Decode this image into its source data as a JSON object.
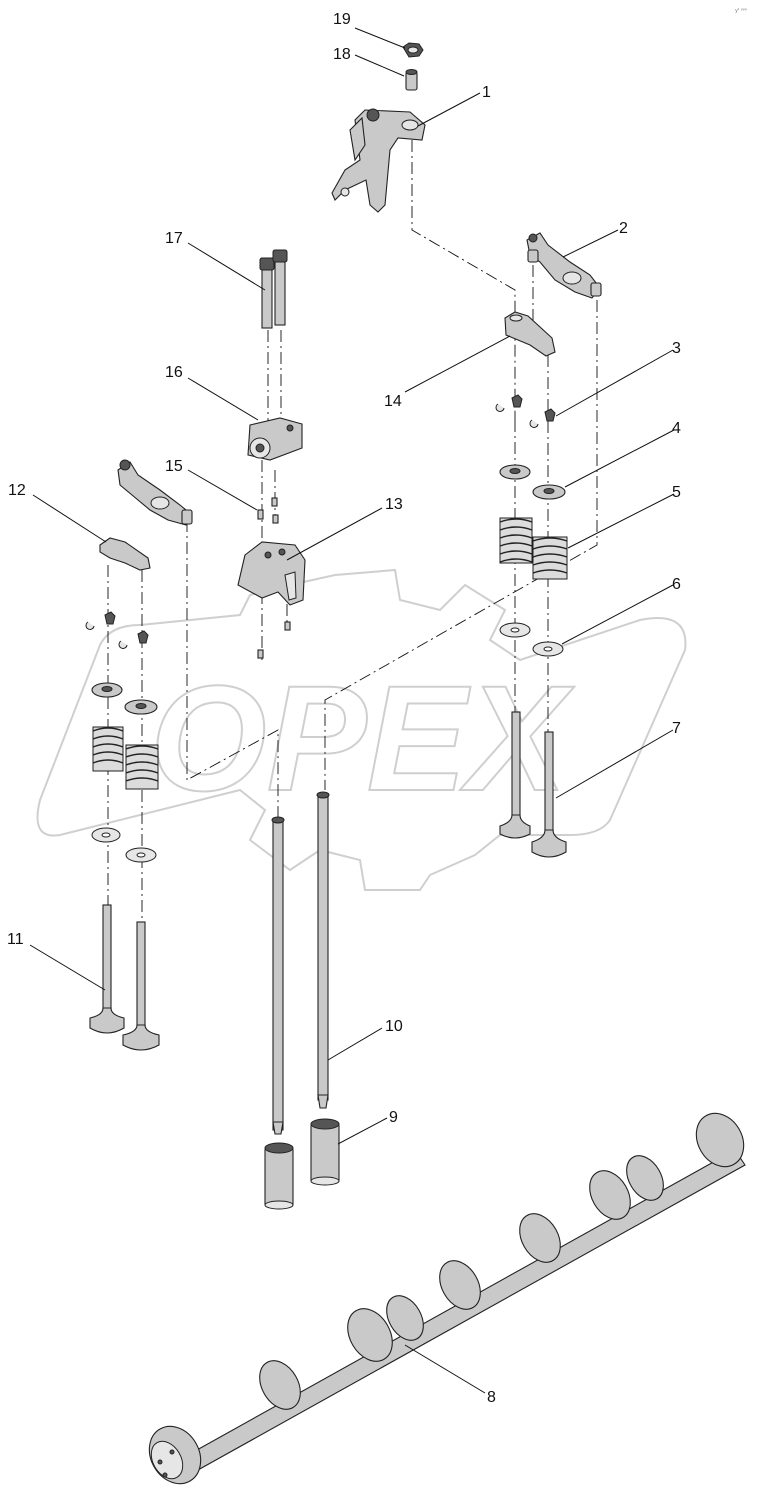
{
  "watermark": {
    "text": "OPEX"
  },
  "corner_mark": "yᵗ ᵖᵖᵖ",
  "callouts": [
    {
      "id": "1",
      "label": "1"
    },
    {
      "id": "2",
      "label": "2"
    },
    {
      "id": "3",
      "label": "3"
    },
    {
      "id": "4",
      "label": "4"
    },
    {
      "id": "5",
      "label": "5"
    },
    {
      "id": "6",
      "label": "6"
    },
    {
      "id": "7",
      "label": "7"
    },
    {
      "id": "8",
      "label": "8"
    },
    {
      "id": "9",
      "label": "9"
    },
    {
      "id": "10",
      "label": "10"
    },
    {
      "id": "11",
      "label": "11"
    },
    {
      "id": "12",
      "label": "12"
    },
    {
      "id": "13",
      "label": "13"
    },
    {
      "id": "14",
      "label": "14"
    },
    {
      "id": "15",
      "label": "15"
    },
    {
      "id": "16",
      "label": "16"
    },
    {
      "id": "17",
      "label": "17"
    },
    {
      "id": "18",
      "label": "18"
    },
    {
      "id": "19",
      "label": "19"
    }
  ]
}
